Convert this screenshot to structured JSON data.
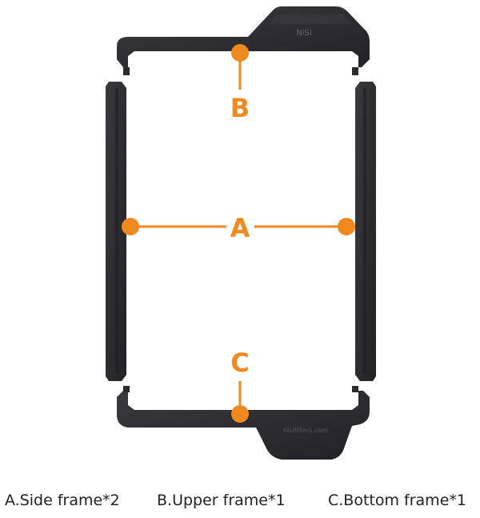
{
  "accent_color": "#F08A1E",
  "frame_color": "#2B2B2D",
  "logo_text": "NiSi",
  "engraving_text": "nisifilters.com",
  "markers": {
    "a": "A",
    "b": "B",
    "c": "C"
  },
  "captions": {
    "a": "A.Side frame*2",
    "b": "B.Upper frame*1",
    "c": "C.Bottom frame*1"
  }
}
